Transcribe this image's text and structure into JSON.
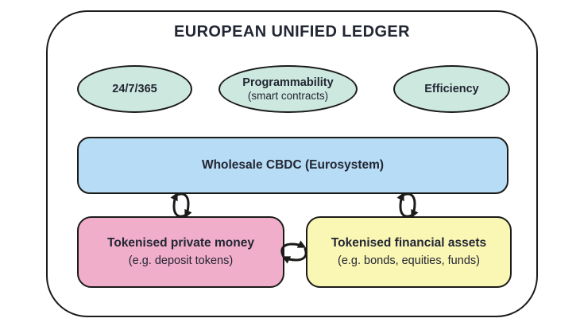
{
  "diagram": {
    "title": "EUROPEAN UNIFIED LEDGER",
    "features": [
      {
        "label": "24/7/365"
      },
      {
        "label": "Programmability",
        "sub": "(smart contracts)"
      },
      {
        "label": "Efficiency"
      }
    ],
    "cbdc": {
      "label": "Wholesale CBDC (Eurosystem)"
    },
    "private_money": {
      "label": "Tokenised private money",
      "sub": "(e.g. deposit tokens)"
    },
    "financial_assets": {
      "label": "Tokenised financial assets",
      "sub": "(e.g. bonds, equities, funds)"
    },
    "connections": [
      {
        "from": "Wholesale CBDC (Eurosystem)",
        "to": "Tokenised private money",
        "type": "bidirectional"
      },
      {
        "from": "Wholesale CBDC (Eurosystem)",
        "to": "Tokenised financial assets",
        "type": "bidirectional"
      },
      {
        "from": "Tokenised private money",
        "to": "Tokenised financial assets",
        "type": "bidirectional"
      }
    ],
    "colors": {
      "feature_fill": "#cde8df",
      "cbdc_fill": "#b7dcf5",
      "private_fill": "#f1aecb",
      "assets_fill": "#faf6b4",
      "ink": "#1b1b19",
      "text": "#222633"
    }
  }
}
